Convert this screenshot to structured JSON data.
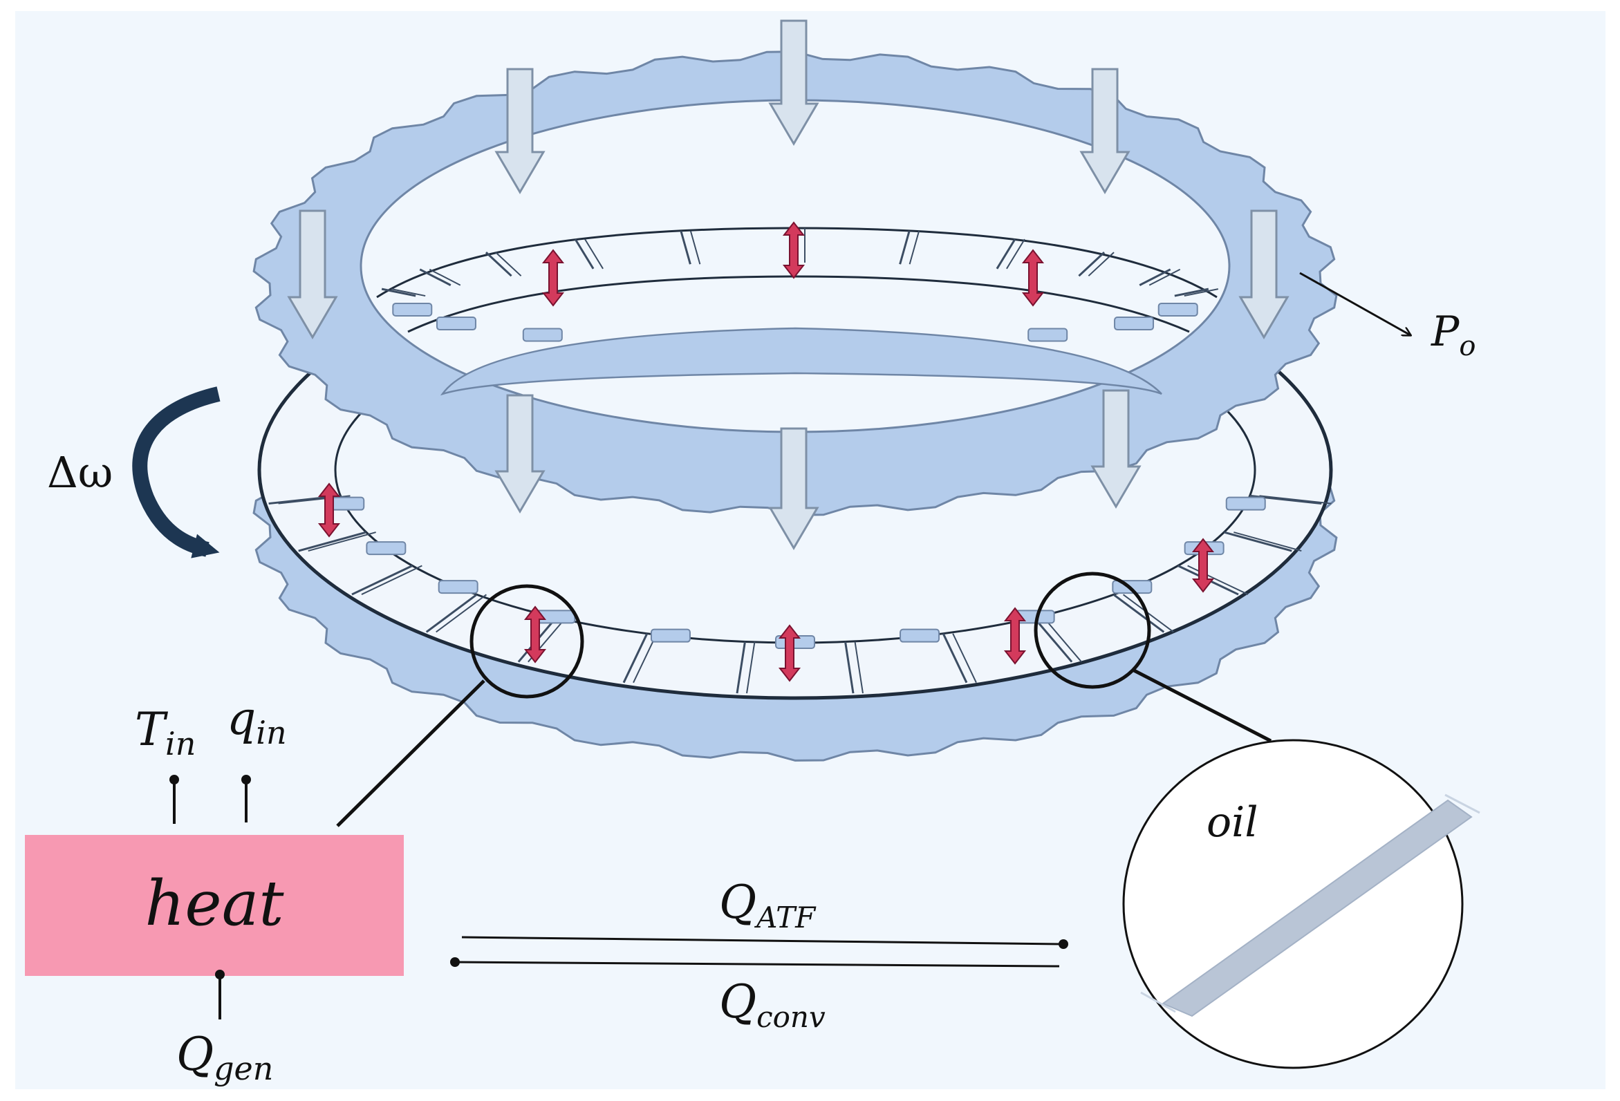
{
  "labels": {
    "delta_omega": "Δω",
    "p_o_main": "P",
    "p_o_sub": "o",
    "t_in_main": "T",
    "t_in_sub": "in",
    "q_in_main": "q",
    "q_in_sub": "in",
    "heat": "heat",
    "q_gen_main": "Q",
    "q_gen_sub": "gen",
    "q_atf_main": "Q",
    "q_atf_sub": "ATF",
    "q_conv_main": "Q",
    "q_conv_sub": "conv",
    "oil": "oil"
  },
  "colors": {
    "background": "#f1f7fd",
    "plate_fill": "#b4cceb",
    "plate_edge": "#6f86a6",
    "friction_fill": "#f1f6fc",
    "pressure_arrow": "#d8e3ee",
    "film_arrow": "#d33a5c",
    "heat_box": "#f799b2",
    "rotation_arrow": "#1d3652",
    "oil_strip": "#b9c5d6"
  }
}
